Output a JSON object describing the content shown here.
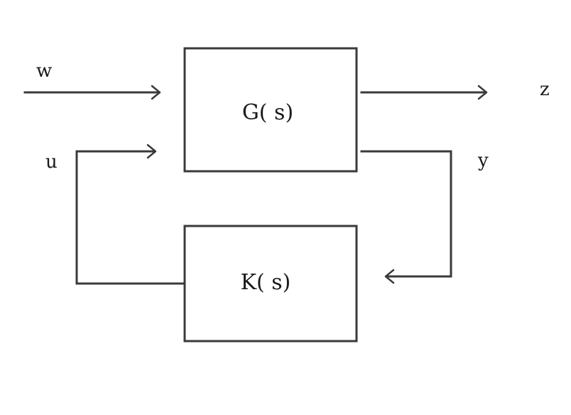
{
  "colors": {
    "line": "#3a3a3a",
    "text": "#1a1a1a",
    "background": "#ffffff"
  },
  "blocks": {
    "plant": {
      "label": "G( s)"
    },
    "controller": {
      "label": "K( s)"
    }
  },
  "signals": {
    "w": "w",
    "z": "z",
    "u": "u",
    "y": "y"
  }
}
